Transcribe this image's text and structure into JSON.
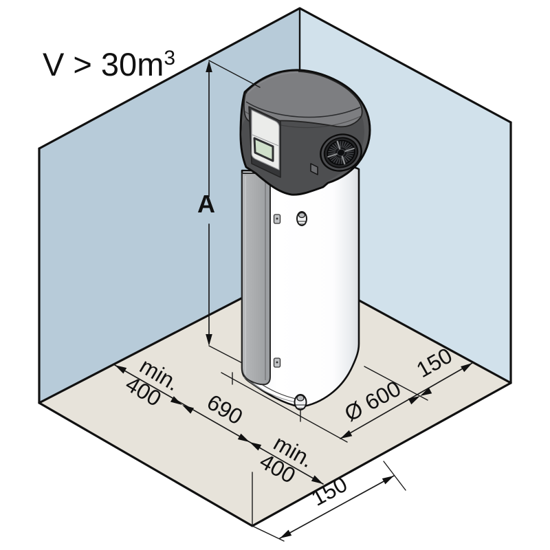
{
  "scene": {
    "labels": {
      "volume_base": "V > 30m",
      "volume_exp": "3",
      "height": "A",
      "clearance_back": {
        "l1": "min.",
        "l2": "400"
      },
      "depth_690": "690",
      "clearance_front": {
        "l1": "min.",
        "l2": "400"
      },
      "diameter": "Ø 600",
      "clearance_right": "150",
      "offset_corner": "150"
    },
    "colors": {
      "wall_left": "#b7cbd9",
      "wall_right": "#d1e1eb",
      "floor": "#e7e3da",
      "appliance_dark": "#58595b",
      "appliance_top": "#7d7e81",
      "panel_white": "#ebecea",
      "display_green": "#cfe0ca",
      "tank_white": "#ffffff",
      "line": "#111111"
    }
  }
}
